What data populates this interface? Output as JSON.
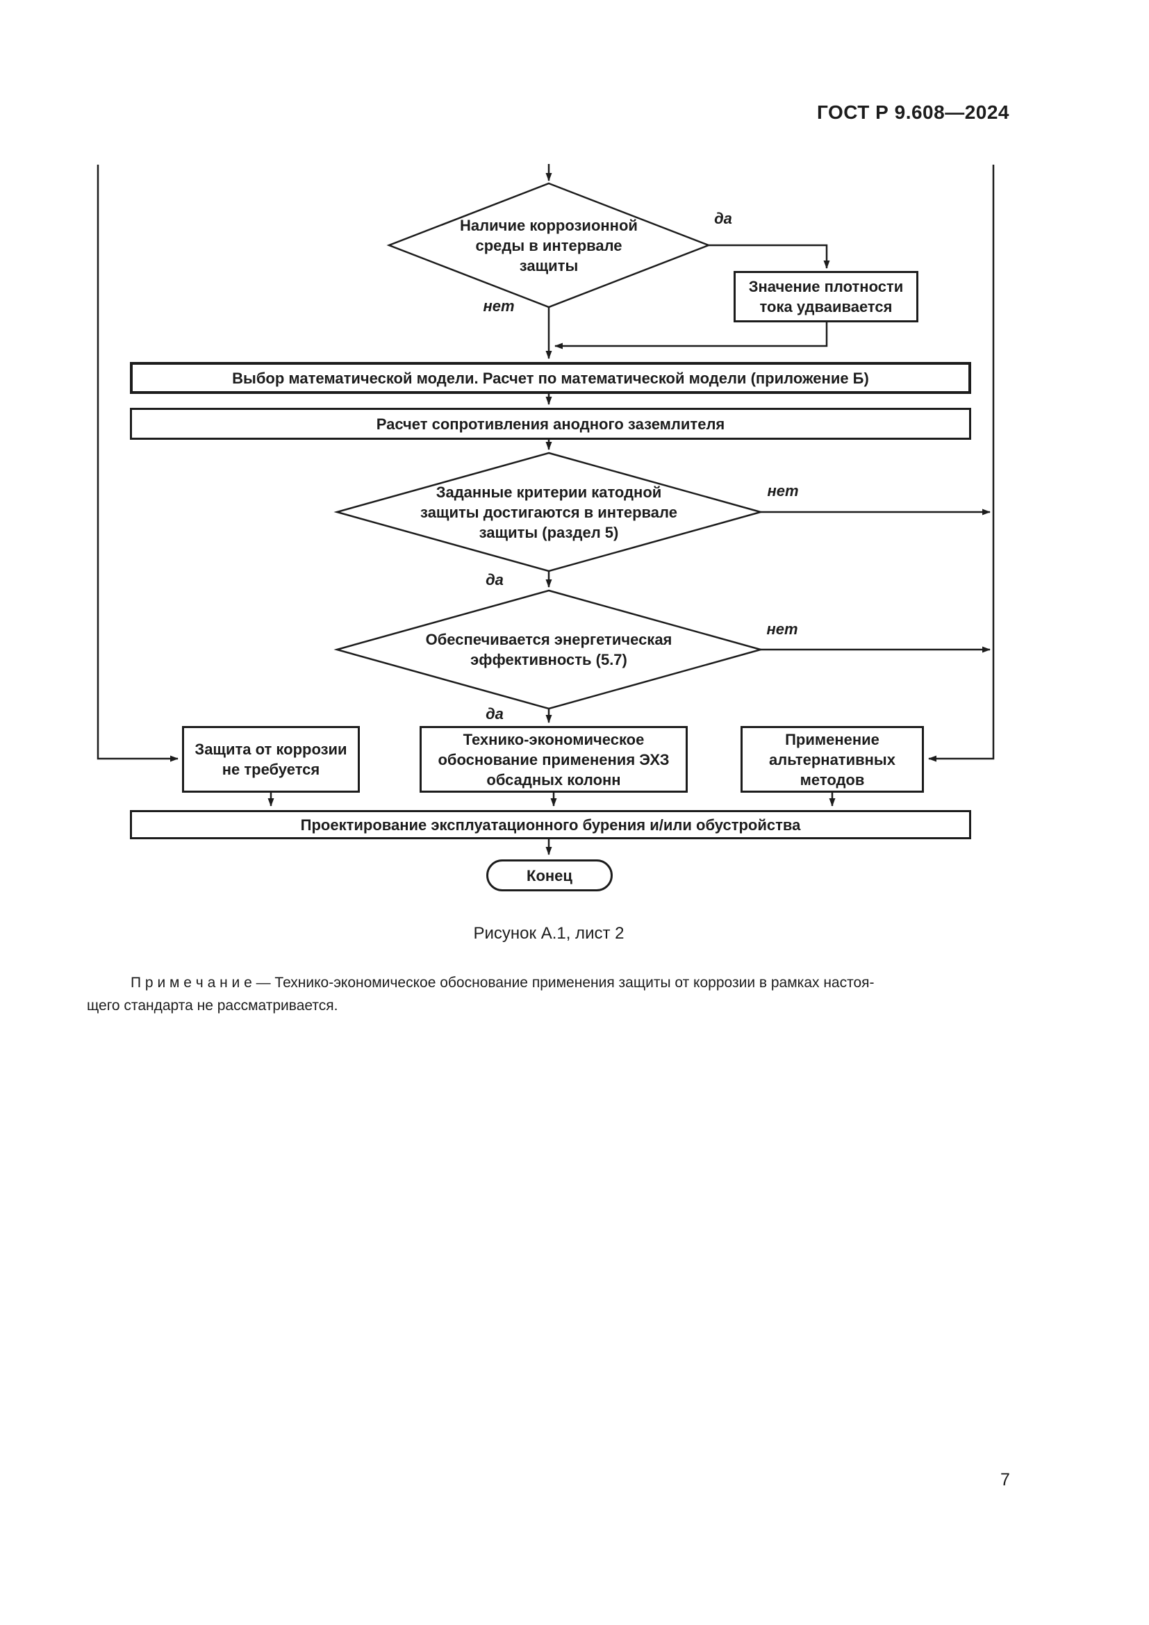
{
  "header": {
    "title": "ГОСТ Р 9.608—2024"
  },
  "flowchart": {
    "labels": {
      "yes": "да",
      "no": "нет"
    },
    "d_corrosive": {
      "lines": [
        "Наличие коррозионной",
        "среды в интервале",
        "защиты"
      ]
    },
    "p_density": {
      "lines": [
        "Значение плотности",
        "тока удваивается"
      ]
    },
    "p_model": {
      "text": "Выбор математической модели. Расчет по математической модели (приложение Б)"
    },
    "p_resistance": {
      "text": "Расчет сопротивления анодного заземлителя"
    },
    "d_criteria": {
      "lines": [
        "Заданные критерии катодной",
        "защиты достигаются в интервале",
        "защиты (раздел 5)"
      ]
    },
    "d_energy": {
      "lines": [
        "Обеспечивается энергетическая",
        "эффективность (5.7)"
      ]
    },
    "p_no_protection": {
      "lines": [
        "Защита от коррозии",
        "не требуется"
      ]
    },
    "p_feasibility": {
      "lines": [
        "Технико-экономическое",
        "обоснование применения ЭХЗ",
        "обсадных колонн"
      ]
    },
    "p_alternative": {
      "lines": [
        "Применение",
        "альтернативных",
        "методов"
      ]
    },
    "p_design": {
      "text": "Проектирование эксплуатационного бурения и/или обустройства"
    },
    "terminator": {
      "text": "Конец"
    }
  },
  "caption": {
    "text": "Рисунок А.1, лист 2"
  },
  "note": {
    "line1": "П р и м е ч а н и е   — Технико-экономическое обоснование применения защиты от коррозии в рамках настоя-",
    "line2": "щего стандарта не рассматривается."
  },
  "footer": {
    "page_number": "7"
  }
}
